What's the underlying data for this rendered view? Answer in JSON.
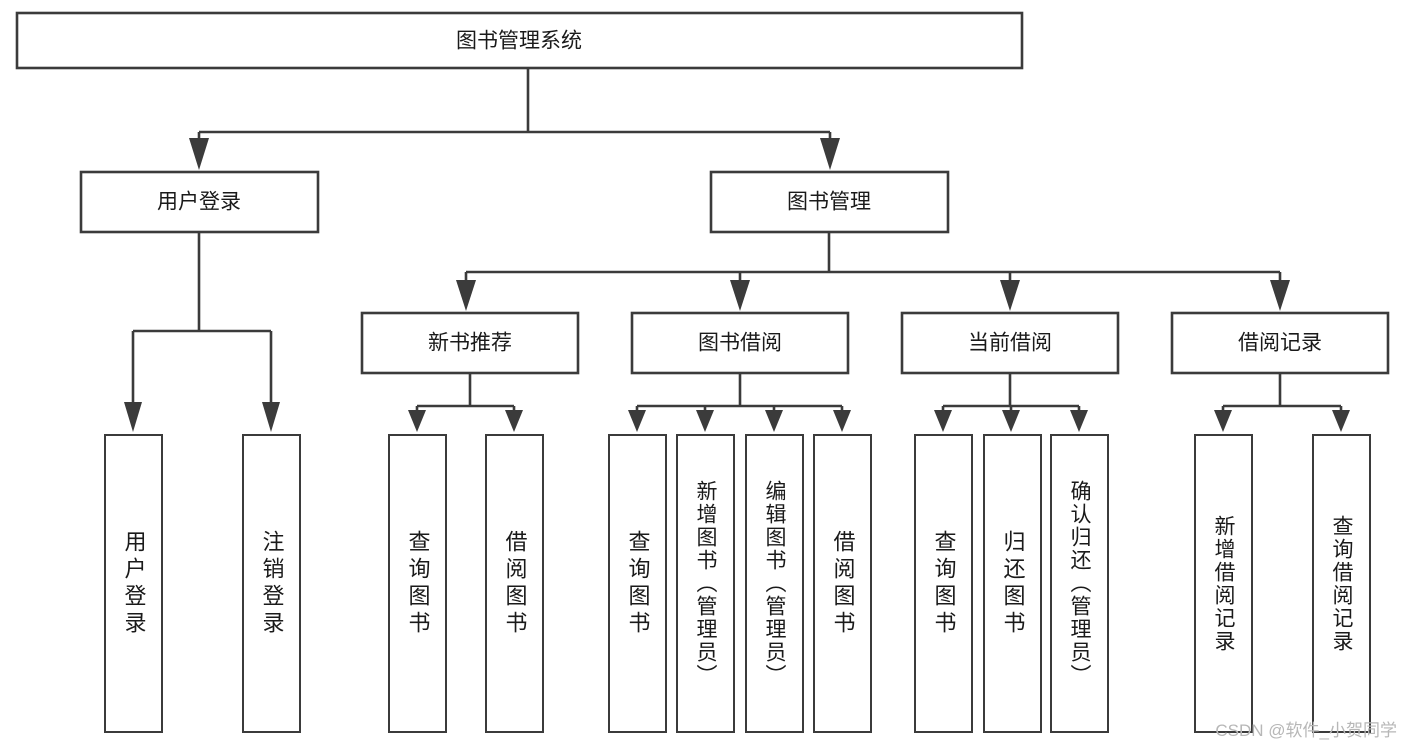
{
  "diagram": {
    "title": "图书管理系统",
    "type": "tree",
    "root": {
      "label": "图书管理系统"
    },
    "level2": [
      {
        "label": "用户登录"
      },
      {
        "label": "图书管理"
      }
    ],
    "level3": [
      {
        "label": "新书推荐"
      },
      {
        "label": "图书借阅"
      },
      {
        "label": "当前借阅"
      },
      {
        "label": "借阅记录"
      }
    ],
    "leaves": {
      "user_login": [
        {
          "label": "用户登录"
        },
        {
          "label": "注销登录"
        }
      ],
      "new_book_recommend": [
        {
          "label": "查询图书"
        },
        {
          "label": "借阅图书"
        }
      ],
      "book_borrow": [
        {
          "label": "查询图书"
        },
        {
          "label": "新增图书（管理员）"
        },
        {
          "label": "编辑图书（管理员）"
        },
        {
          "label": "借阅图书"
        }
      ],
      "current_borrow": [
        {
          "label": "查询图书"
        },
        {
          "label": "归还图书"
        },
        {
          "label": "确认归还（管理员）"
        }
      ],
      "borrow_record": [
        {
          "label": "新增借阅记录"
        },
        {
          "label": "查询借阅记录"
        }
      ]
    }
  },
  "watermark": {
    "text": "CSDN @软件_小贺同学"
  },
  "colors": {
    "stroke": "#3b3b3b",
    "fill": "#ffffff",
    "text": "#1a1a1a",
    "watermark": "#b7b7b7"
  }
}
